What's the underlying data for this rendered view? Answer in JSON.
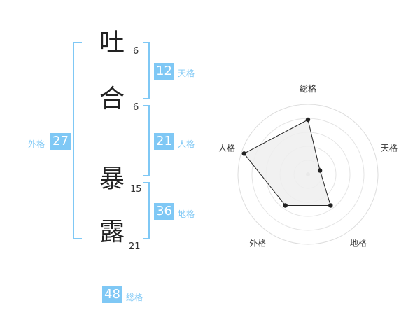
{
  "name": {
    "characters": [
      {
        "char": "吐",
        "strokes": "6"
      },
      {
        "char": "合",
        "strokes": "6"
      },
      {
        "char": "暴",
        "strokes": "15"
      },
      {
        "char": "露",
        "strokes": "21"
      }
    ]
  },
  "fortunes": {
    "tenkaku": {
      "value": "12",
      "label": "天格"
    },
    "jinkaku": {
      "value": "21",
      "label": "人格"
    },
    "chikaku": {
      "value": "36",
      "label": "地格"
    },
    "gaikaku": {
      "value": "27",
      "label": "外格"
    },
    "soukaku": {
      "value": "48",
      "label": "総格"
    }
  },
  "colors": {
    "accent": "#7fc8f5",
    "radar_fill": "#efefef",
    "radar_line": "#222222"
  },
  "radar": {
    "axes": [
      "総格",
      "天格",
      "地格",
      "外格",
      "人格"
    ],
    "levels": [
      0.78,
      0.18,
      0.55,
      0.55,
      0.96
    ]
  }
}
